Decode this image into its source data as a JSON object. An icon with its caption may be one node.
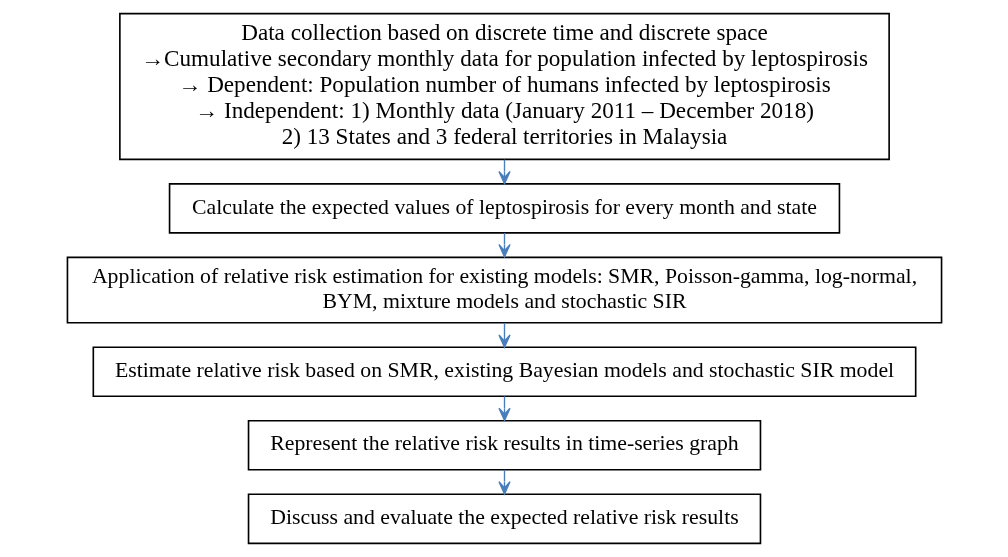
{
  "diagram": {
    "nodes": [
      {
        "text": [
          "Data collection based on discrete time and discrete space",
          "→Cumulative secondary monthly data for population infected by leptospirosis",
          "→ Dependent: Population number of humans infected by leptospirosis",
          "→ Independent: 1) Monthly data (January 2011 – December 2018)",
          "2) 13 States and 3 federal territories in Malaysia"
        ]
      },
      {
        "text": [
          "Calculate the expected values of leptospirosis for every month and state"
        ]
      },
      {
        "text": [
          "Application of relative risk estimation for existing models: SMR, Poisson-gamma, log-normal, BYM, mixture models and stochastic SIR"
        ]
      },
      {
        "text": [
          "Estimate relative risk based on SMR, existing Bayesian models and stochastic SIR model"
        ]
      },
      {
        "text": [
          "Represent the relative risk results in time-series graph"
        ]
      },
      {
        "text": [
          "Discuss and evaluate the expected relative risk results"
        ]
      }
    ],
    "edges": [
      {
        "from": 0,
        "to": 1,
        "arrow": "to"
      },
      {
        "from": 1,
        "to": 2,
        "arrow": "to"
      },
      {
        "from": 2,
        "to": 3,
        "arrow": "to"
      },
      {
        "from": 3,
        "to": 4,
        "arrow": "to"
      },
      {
        "from": 4,
        "to": 5,
        "arrow": "to"
      }
    ]
  }
}
